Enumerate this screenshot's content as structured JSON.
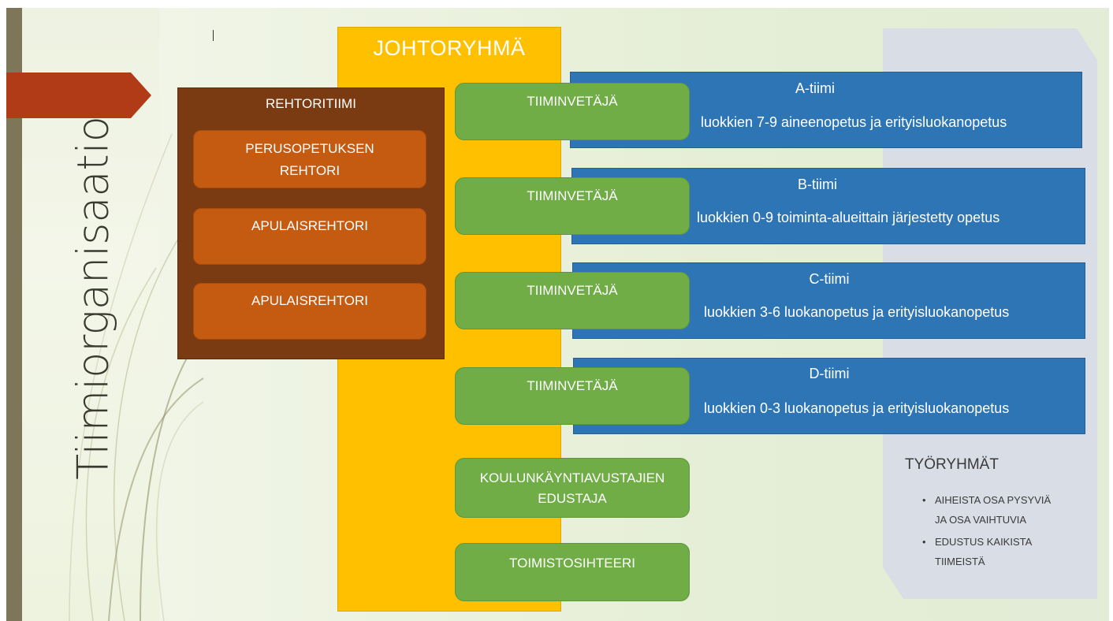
{
  "title": "Tiimiorganisaatio",
  "colors": {
    "yellow": "#ffc000",
    "brown": "#7a3a12",
    "orange": "#c55a11",
    "green": "#70ad47",
    "blue": "#2e75b6",
    "red_arrow": "#b13a17",
    "gray_panel": "#d9dde6"
  },
  "johtoryhma": {
    "title": "JOHTORYHMÄ"
  },
  "rehtoritiimi": {
    "title": "REHTORITIIMI",
    "items": [
      {
        "line1": "PERUSOPETUKSEN",
        "line2": "REHTORI"
      },
      {
        "line1": "APULAISREHTORI"
      },
      {
        "line1": "APULAISREHTORI"
      }
    ]
  },
  "green_boxes": [
    {
      "line1": "TIIMINVETÄJÄ"
    },
    {
      "line1": "TIIMINVETÄJÄ"
    },
    {
      "line1": "TIIMINVETÄJÄ"
    },
    {
      "line1": "TIIMINVETÄJÄ"
    },
    {
      "line1": "KOULUNKÄYNTIAVUSTAJIEN",
      "line2": "EDUSTAJA"
    },
    {
      "line1": "TOIMISTOSIHTEERI"
    }
  ],
  "teams": [
    {
      "name": "A-tiimi",
      "description": "luokkien 7-9 aineenopetus ja erityisluokanopetus"
    },
    {
      "name": "B-tiimi",
      "description": "luokkien 0-9 toiminta-alueittain järjestetty opetus"
    },
    {
      "name": "C-tiimi",
      "description": "luokkien 3-6 luokanopetus ja erityisluokanopetus"
    },
    {
      "name": "D-tiimi",
      "description": "luokkien 0-3 luokanopetus ja erityisluokanopetus"
    }
  ],
  "tyoryhmat": {
    "title": "TYÖRYHMÄT",
    "items": [
      {
        "line1": "AIHEISTA OSA PYSYVIÄ",
        "line2": "JA OSA VAIHTUVIA"
      },
      {
        "line1": "EDUSTUS KAIKISTA",
        "line2": "TIIMEISTÄ"
      }
    ]
  }
}
